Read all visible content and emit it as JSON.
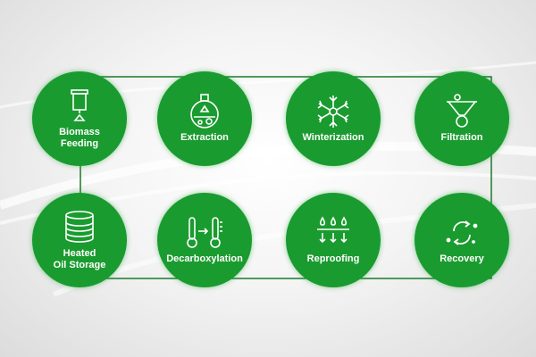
{
  "diagram": {
    "accent_color": "#1a9b2f",
    "connector_color": "#1a7a2a",
    "steps": [
      {
        "label": "Biomass\nFeeding",
        "icon": "hopper-icon"
      },
      {
        "label": "Extraction",
        "icon": "flask-icon"
      },
      {
        "label": "Winterization",
        "icon": "snowflake-icon"
      },
      {
        "label": "Filtration",
        "icon": "funnel-icon"
      },
      {
        "label": "Heated\nOil Storage",
        "icon": "storage-tank-icon"
      },
      {
        "label": "Decarboxylation",
        "icon": "thermometer-icon"
      },
      {
        "label": "Reproofing",
        "icon": "droplets-icon"
      },
      {
        "label": "Recovery",
        "icon": "recycle-icon"
      }
    ]
  }
}
